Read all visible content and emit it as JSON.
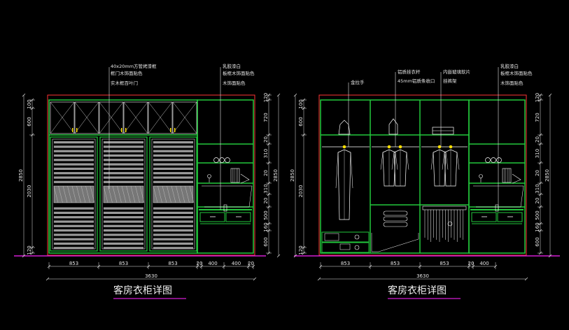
{
  "colors": {
    "background": "#000000",
    "frame": "#ff3333",
    "cabinet": "#22c83c",
    "fixtures": "#ffffff",
    "dimension": "#e6e6e6",
    "magenta": "#d21ed2",
    "handle": "#ffe000"
  },
  "left": {
    "title": "客房衣柜详图",
    "callouts": [
      "40x20mm方管烤漆框",
      "框门木饰面贴色",
      "实木框百叶门"
    ],
    "callouts_right": [
      "乳胶漆白",
      "板框木饰面贴色",
      "木饰面贴色"
    ],
    "dims_bottom": [
      "853",
      "853",
      "853",
      "20",
      "400",
      "400",
      "20"
    ],
    "overall_width": "3630",
    "dims_left": [
      "100",
      "600",
      "2030",
      "120"
    ],
    "overall_height_left": "2850",
    "dims_right": [
      "120",
      "720",
      "20",
      "310",
      "20",
      "310",
      "20",
      "500",
      "160",
      "600"
    ],
    "overall_height_right": "2850"
  },
  "right": {
    "title": "客房衣柜详图",
    "callouts": [
      "金拉手",
      "铝质挂衣杆",
      "45mm铝质条收口",
      "内嵌玻璃软片",
      "挂裤架"
    ],
    "callouts_right": [
      "乳胶漆白",
      "板框木饰面贴色",
      "木饰面贴色"
    ],
    "dims_bottom": [
      "853",
      "853",
      "853",
      "20",
      "400"
    ],
    "overall_width": "3630",
    "dims_left": [
      "100",
      "600",
      "2030",
      "120"
    ],
    "overall_height_left": "2850",
    "dims_right": [
      "120",
      "720",
      "20",
      "310",
      "20",
      "310",
      "20",
      "500",
      "160",
      "600"
    ],
    "overall_height_right": "2850"
  }
}
